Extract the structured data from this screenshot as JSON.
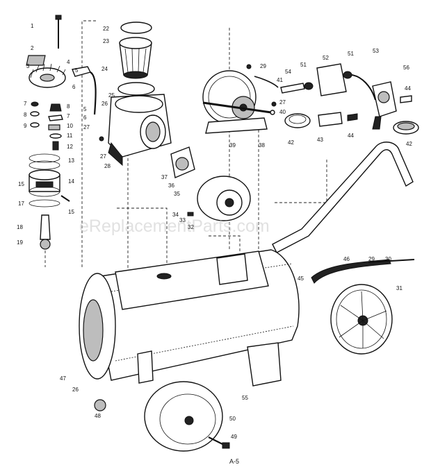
{
  "watermark": "eReplacementParts.com",
  "page_number": "A-5",
  "callouts": [
    {
      "id": "c1",
      "label": "1"
    },
    {
      "id": "c2",
      "label": "2"
    },
    {
      "id": "c3",
      "label": "3"
    },
    {
      "id": "c4",
      "label": "4"
    },
    {
      "id": "c5a",
      "label": "5"
    },
    {
      "id": "c6",
      "label": "6"
    },
    {
      "id": "c5b",
      "label": "5"
    },
    {
      "id": "c6b",
      "label": "6"
    },
    {
      "id": "c27a",
      "label": "27"
    },
    {
      "id": "c26a",
      "label": "26"
    },
    {
      "id": "c25",
      "label": "25"
    },
    {
      "id": "c7a",
      "label": "7"
    },
    {
      "id": "c8a",
      "label": "8"
    },
    {
      "id": "c9",
      "label": "9"
    },
    {
      "id": "c8b",
      "label": "8"
    },
    {
      "id": "c7b",
      "label": "7"
    },
    {
      "id": "c10",
      "label": "10"
    },
    {
      "id": "c11",
      "label": "11"
    },
    {
      "id": "c12",
      "label": "12"
    },
    {
      "id": "c13",
      "label": "13"
    },
    {
      "id": "c14",
      "label": "14"
    },
    {
      "id": "c15a",
      "label": "15"
    },
    {
      "id": "c15b",
      "label": "15"
    },
    {
      "id": "c17",
      "label": "17"
    },
    {
      "id": "c18",
      "label": "18"
    },
    {
      "id": "c19",
      "label": "19"
    },
    {
      "id": "c22",
      "label": "22"
    },
    {
      "id": "c23",
      "label": "23"
    },
    {
      "id": "c24",
      "label": "24"
    },
    {
      "id": "c27b",
      "label": "27"
    },
    {
      "id": "c28",
      "label": "28"
    },
    {
      "id": "c29a",
      "label": "29"
    },
    {
      "id": "c41",
      "label": "41"
    },
    {
      "id": "c54",
      "label": "54"
    },
    {
      "id": "c51a",
      "label": "51"
    },
    {
      "id": "c52",
      "label": "52"
    },
    {
      "id": "c51b",
      "label": "51"
    },
    {
      "id": "c53",
      "label": "53"
    },
    {
      "id": "c56",
      "label": "56"
    },
    {
      "id": "c27c",
      "label": "27"
    },
    {
      "id": "c40",
      "label": "40"
    },
    {
      "id": "c44a",
      "label": "44"
    },
    {
      "id": "c44b",
      "label": "44"
    },
    {
      "id": "c39",
      "label": "39"
    },
    {
      "id": "c38",
      "label": "38"
    },
    {
      "id": "c42a",
      "label": "42"
    },
    {
      "id": "c43",
      "label": "43"
    },
    {
      "id": "c42b",
      "label": "42"
    },
    {
      "id": "c37",
      "label": "37"
    },
    {
      "id": "c36",
      "label": "36"
    },
    {
      "id": "c35",
      "label": "35"
    },
    {
      "id": "c34",
      "label": "34"
    },
    {
      "id": "c33",
      "label": "33"
    },
    {
      "id": "c32",
      "label": "32"
    },
    {
      "id": "c46",
      "label": "46"
    },
    {
      "id": "c29b",
      "label": "29"
    },
    {
      "id": "c30",
      "label": "30"
    },
    {
      "id": "c45",
      "label": "45"
    },
    {
      "id": "c31",
      "label": "31"
    },
    {
      "id": "c47",
      "label": "47"
    },
    {
      "id": "c26b",
      "label": "26"
    },
    {
      "id": "c48",
      "label": "48"
    },
    {
      "id": "c55",
      "label": "55"
    },
    {
      "id": "c50",
      "label": "50"
    },
    {
      "id": "c49",
      "label": "49"
    }
  ]
}
